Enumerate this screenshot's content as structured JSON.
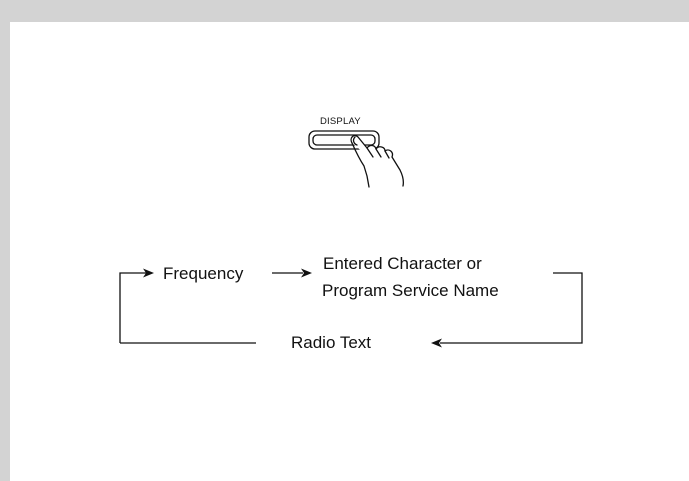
{
  "button": {
    "label": "DISPLAY",
    "icon": "finger-pressing-button-icon"
  },
  "cycle": {
    "items": [
      {
        "id": "frequency",
        "label": "Frequency"
      },
      {
        "id": "entered",
        "label_line1": "Entered Character or",
        "label_line2": "Program Service Name"
      },
      {
        "id": "radio-text",
        "label": "Radio Text"
      }
    ]
  },
  "colors": {
    "border": "#d3d3d3",
    "line": "#111111"
  }
}
